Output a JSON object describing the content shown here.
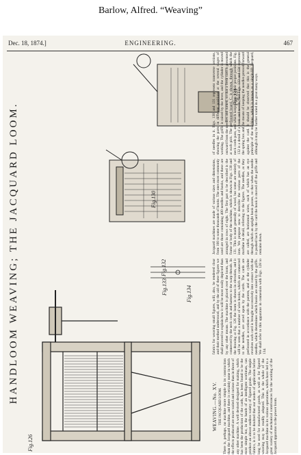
{
  "caption": "Barlow, Alfred. “Weaving”",
  "header": {
    "date": "Dec. 18, 1874.]",
    "journal": "ENGINEERING.",
    "page": "467"
  },
  "title": "HANDLOOM WEAVING; THE JACQUARD LOOM.",
  "figures": {
    "fig126": "Fig.126",
    "fig130": "Fig.130",
    "fig131": "Fig.131",
    "fig132": "Fig.132",
    "fig133": "Fig.133",
    "fig134": "Fig.134"
  },
  "article": {
    "heading": "WEAVING.—No. XV.",
    "subheading": "THE JACQUARD LOOM.",
    "col1": "There is, perhaps, no machine more simple in its construction than the Jacquard machine, and there is certainly none in which the effects produced are more varied and curious than in those of any other machine. A well devised designed for making, which has been the production of the cards, has been found to be the most simple but, in the hands of an intelligent workman, can produce an almost endless variety of figured goods. The simple fabrics, is it to be doubted that our modes of application before long be used for manufactured goods, as well as for figured weaving may be readily adopted. This is the whole of the Jacquard machine in its various operations, which have led to a great variety of mechanical contrivances for the working of the Jacquard apparatus to the power loom.",
    "col2": "fabrics for weaving small figures, will, also, be rendered clear and their method understood, and by the aid of these figures we shall proceed to explain how it will be most easily depicted than by any other means. The machine is placed over the loom, and connected by the neck cords and harness to the warp threads. In the drawing at Fig. 126 the loom is shown in elevation, and it will be seen that a number of wire hooks, which are connected to the needles, are acted upon by the cards. The cards are perforated in accordance with the pattern, and as the cylinder revolves each card is brought successively into contact with the needles, which determines which hooks are raised by the griffe. We shall refer to this apparatus in connexion with Figs. 128 to 134.",
    "col3": "Jacquard machines are made of various sizes and dimensions, from 100 to some thousands of hooks. The ones most commonly used are those containing 400 needles and hooks, and these are arranged in rows of eight. The first part to be described is the frame or body of the machine, which is shown in Figs. 130 and 131. This is made generally of wood, but some are entirely of iron. We propose now to describe the various parts of the machine in detail, referring to the figures. The needles, as they are called, are horizontal wires, each of which has an eye through which an upright hook passes, so that when the needle is pushed back by the card the hook is moved off the griffe and remains down.",
    "col4": "of needles in it. Figs. 130 and 131 represent transverse sections, showing the parts in different positions at the several stages of working. The griffe is raised by the lever, and the cylinder is moved outward from the needles and turned, so that a fresh card is presented at each pick. The perforated board, C, is shown, through which the neck cords pass, and which keeps them in their proper positions. Fig. 132 is a detail of a hook and needle, and Figs. 133 and 134 represent the spring box and the means of keeping the needles pressed forward against the card. It should be observed that this is the general principle of the machine, which is known as a single-lift Jacquard, although it may be further varied in a great many ways."
  }
}
